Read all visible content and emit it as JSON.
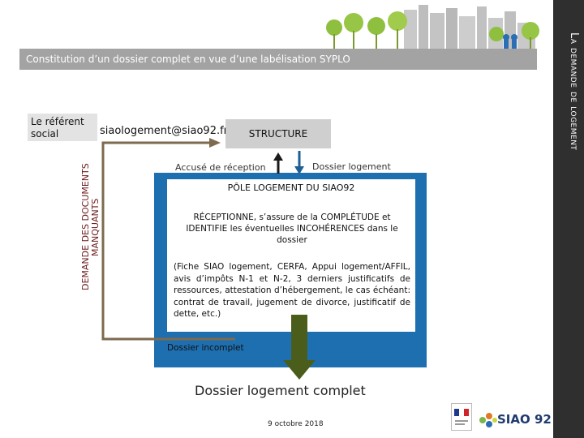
{
  "side_title": "La demande de logement",
  "header": {
    "title": "Constitution d’un dossier complet en vue d’une labélisation SYPLO"
  },
  "referent": {
    "label": "Le référent social"
  },
  "email": "siaologement@siao92.fr",
  "structure": {
    "label": "STRUCTURE"
  },
  "vertical_label": "DEMANDE DES DOCUMENTS MANQUANTS",
  "arrows": {
    "ack": "Accusé de réception",
    "dossier_logement": "Dossier logement"
  },
  "pole": {
    "title": "PÔLE LOGEMENT DU SIAO92",
    "reception": "RÉCEPTIONNE, s’assure de la COMPLÉTUDE et IDENTIFIE les éventuelles INCOHÉRENCES dans le dossier",
    "details": "(Fiche SIAO logement, CERFA, Appui logement/AFFIL, avis d’impôts N-1 et N-2, 3 derniers justificatifs de ressources, attestation d’hébergement, le cas échéant: contrat de travail, jugement de divorce, justificatif de dette, etc.)"
  },
  "incomplete": "Dossier incomplet",
  "complete": "Dossier logement complet",
  "date": "9 octobre 2018",
  "logo": {
    "text": "SIAO 92"
  },
  "colors": {
    "blue": "#1e6fb0",
    "olive": "#4b5d1a",
    "brown": "#7d6a4f",
    "sidebar": "#2f2f2f",
    "header": "#a3a3a3"
  }
}
